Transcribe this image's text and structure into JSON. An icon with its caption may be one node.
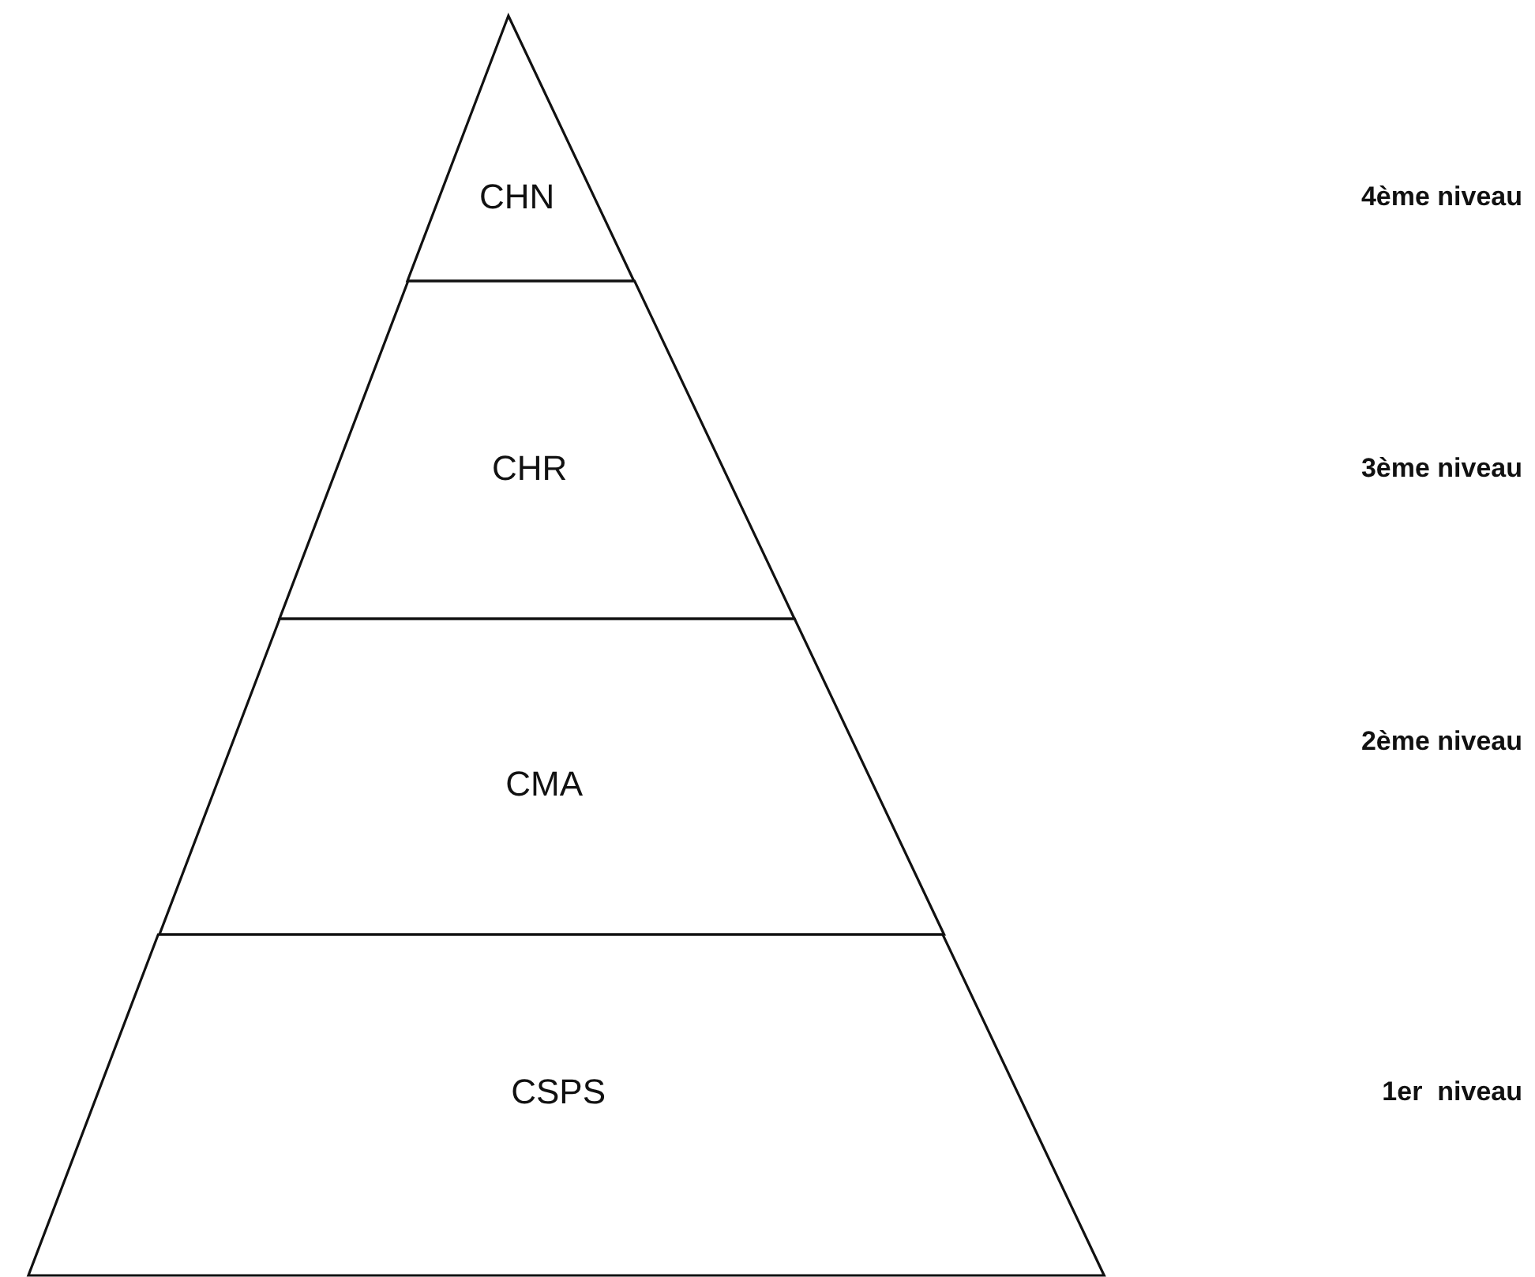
{
  "diagram": {
    "nodes": [
      {
        "text": [
          "CHN"
        ]
      },
      {
        "text": [
          "CHR"
        ]
      },
      {
        "text": [
          "CMA"
        ]
      },
      {
        "text": [
          "CSPS"
        ]
      }
    ],
    "labels": [
      "4ème niveau",
      "3ème niveau",
      "2ème niveau",
      "1er  niveau"
    ]
  }
}
